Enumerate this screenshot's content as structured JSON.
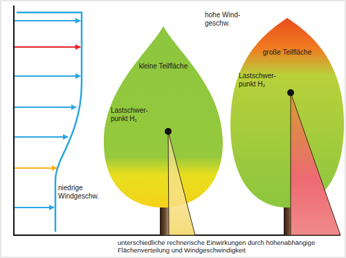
{
  "diagram": {
    "caption": "unterschiedliche rechnerische Einwirkungen durch höhenabhängige Flächenverteilung und Windgeschwindigkeit",
    "nodes": [
      {
        "text": [
          "kleine Teilfläche",
          "Lastschwer- punkt H₁"
        ]
      },
      {
        "text": [
          "große Teilfläche",
          "Lastschwer- punkt H₂"
        ]
      }
    ],
    "labels": [
      "hohe Wind- geschw.",
      "niedrige Windgeschw."
    ]
  }
}
